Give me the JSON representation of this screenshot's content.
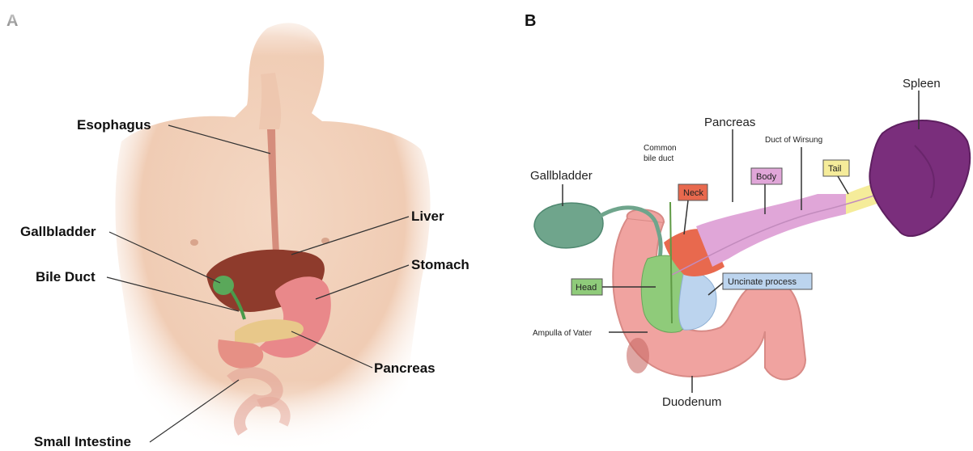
{
  "panels": {
    "a": {
      "letter": "A",
      "labels": {
        "esophagus": "Esophagus",
        "liver": "Liver",
        "gallbladder": "Gallbladder",
        "bile_duct": "Bile Duct",
        "stomach": "Stomach",
        "pancreas": "Pancreas",
        "small_intestine": "Small Intestine"
      }
    },
    "b": {
      "letter": "B",
      "labels": {
        "spleen": "Spleen",
        "pancreas": "Pancreas",
        "duct_of_wirsung": "Duct of Wirsung",
        "common_bile_duct_1": "Common",
        "common_bile_duct_2": "bile duct",
        "gallbladder": "Gallbladder",
        "ampulla_of_vater": "Ampulla of Vater",
        "duodenum": "Duodenum"
      },
      "region_boxes": {
        "neck": "Neck",
        "body": "Body",
        "tail": "Tail",
        "head": "Head",
        "uncinate_process": "Uncinate process"
      }
    }
  },
  "colors": {
    "skin": "#f2d2bd",
    "liver": "#8e3b2c",
    "stomach": "#e9888a",
    "gallbladder_a": "#5aa85a",
    "pancreas_a": "#e8c88a",
    "gallbladder_b": "#6fa58c",
    "duodenum": "#f0a3a0",
    "head_region": "#8fcb7a",
    "neck_region": "#e8694e",
    "body_region": "#e0a6d8",
    "tail_region": "#f5ec9a",
    "uncinate_region": "#bcd4ee",
    "spleen": "#7a2e7c"
  }
}
